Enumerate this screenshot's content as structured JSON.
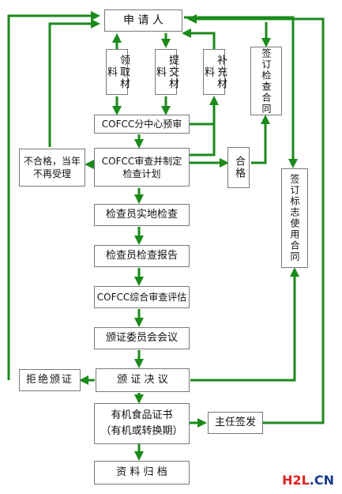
{
  "nodes": {
    "applicant": "申 请 人",
    "receive_materials": "领取材料",
    "submit_materials": "提交材料",
    "supplement_materials": "补充材料",
    "sign_inspection_contract": "签订检查合同",
    "branch_precheck": "COFCC分中心预审",
    "review_and_plan_line1": "COFCC审查并制定",
    "review_and_plan_line2": "检查计划",
    "unqualified_line1": "不合格，当年",
    "unqualified_line2": "不再受理",
    "qualified": "合格",
    "sign_label_contract": "签订标志使用合同",
    "onsite_inspection": "检查员实地检查",
    "inspection_report": "检查员检查报告",
    "comprehensive_review": "COFCC综合审查评估",
    "committee_meeting": "颁证委员会会议",
    "refuse_certificate": "拒绝颁证",
    "certification_decision": "颁 证 决 议",
    "certificate_line1": "有机食品证书",
    "certificate_line2": "（有机或转换期）",
    "director_sign": "主任签发",
    "archive": "资 料 归 档"
  },
  "watermark": {
    "prefix": "H2L",
    "suffix": ".CN",
    "prefix_color": "#e02020",
    "suffix_color": "#1a3a8a"
  },
  "colors": {
    "arrow": "#1a8a1a",
    "border": "#7a7a7a"
  }
}
